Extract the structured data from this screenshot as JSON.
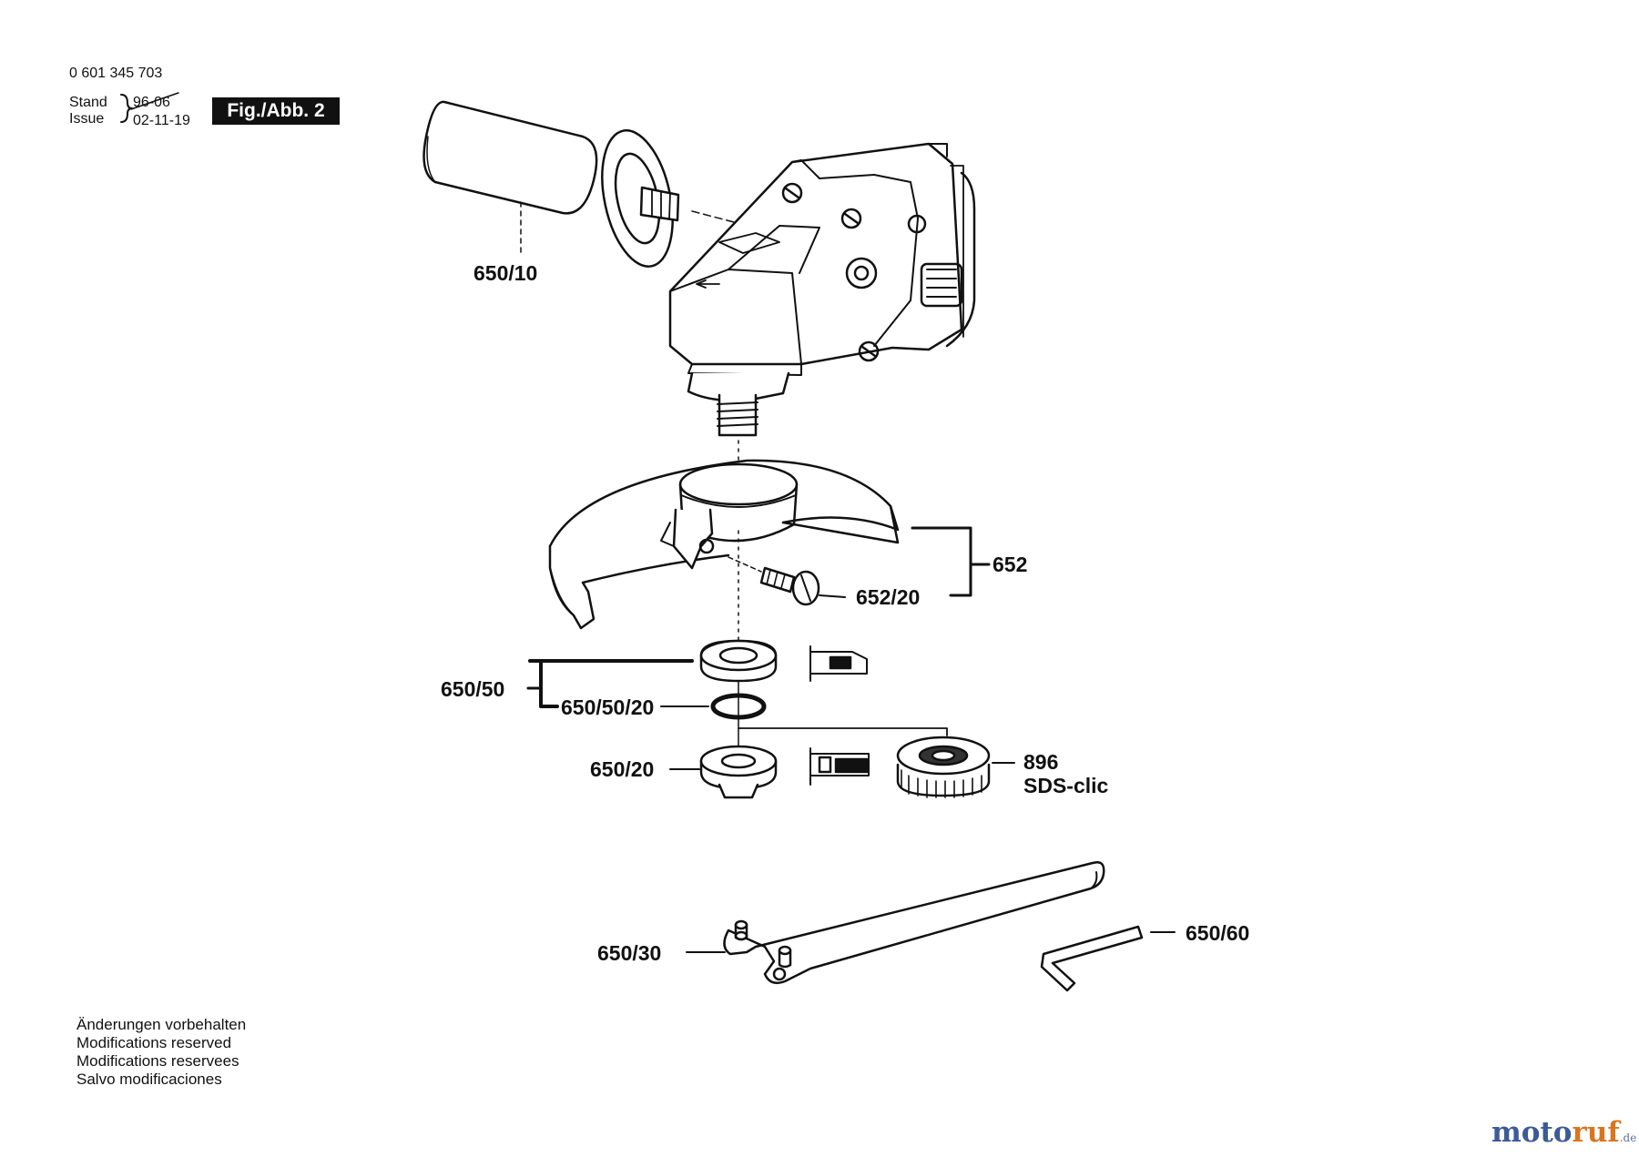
{
  "header": {
    "part_number": "0 601 345 703",
    "stand_label": "Stand",
    "issue_label": "Issue",
    "stand_value": "96-06",
    "issue_value": "02-11-19",
    "figure": "Fig./Abb. 2"
  },
  "callouts": {
    "c650_10": "650/10",
    "c652": "652",
    "c652_20": "652/20",
    "c650_50": "650/50",
    "c650_50_20": "650/50/20",
    "c650_20": "650/20",
    "c896": "896",
    "c896_sub": "SDS-clic",
    "c650_30": "650/30",
    "c650_60": "650/60"
  },
  "footer": {
    "lines": [
      "Änderungen vorbehalten",
      "Modifications reserved",
      "Modifications reservees",
      "Salvo modificaciones"
    ]
  },
  "watermark": {
    "text_a": "moto",
    "text_b": "ruf",
    "suffix": ".de",
    "color_a": "#3d5a98",
    "color_b": "#d9741f"
  }
}
